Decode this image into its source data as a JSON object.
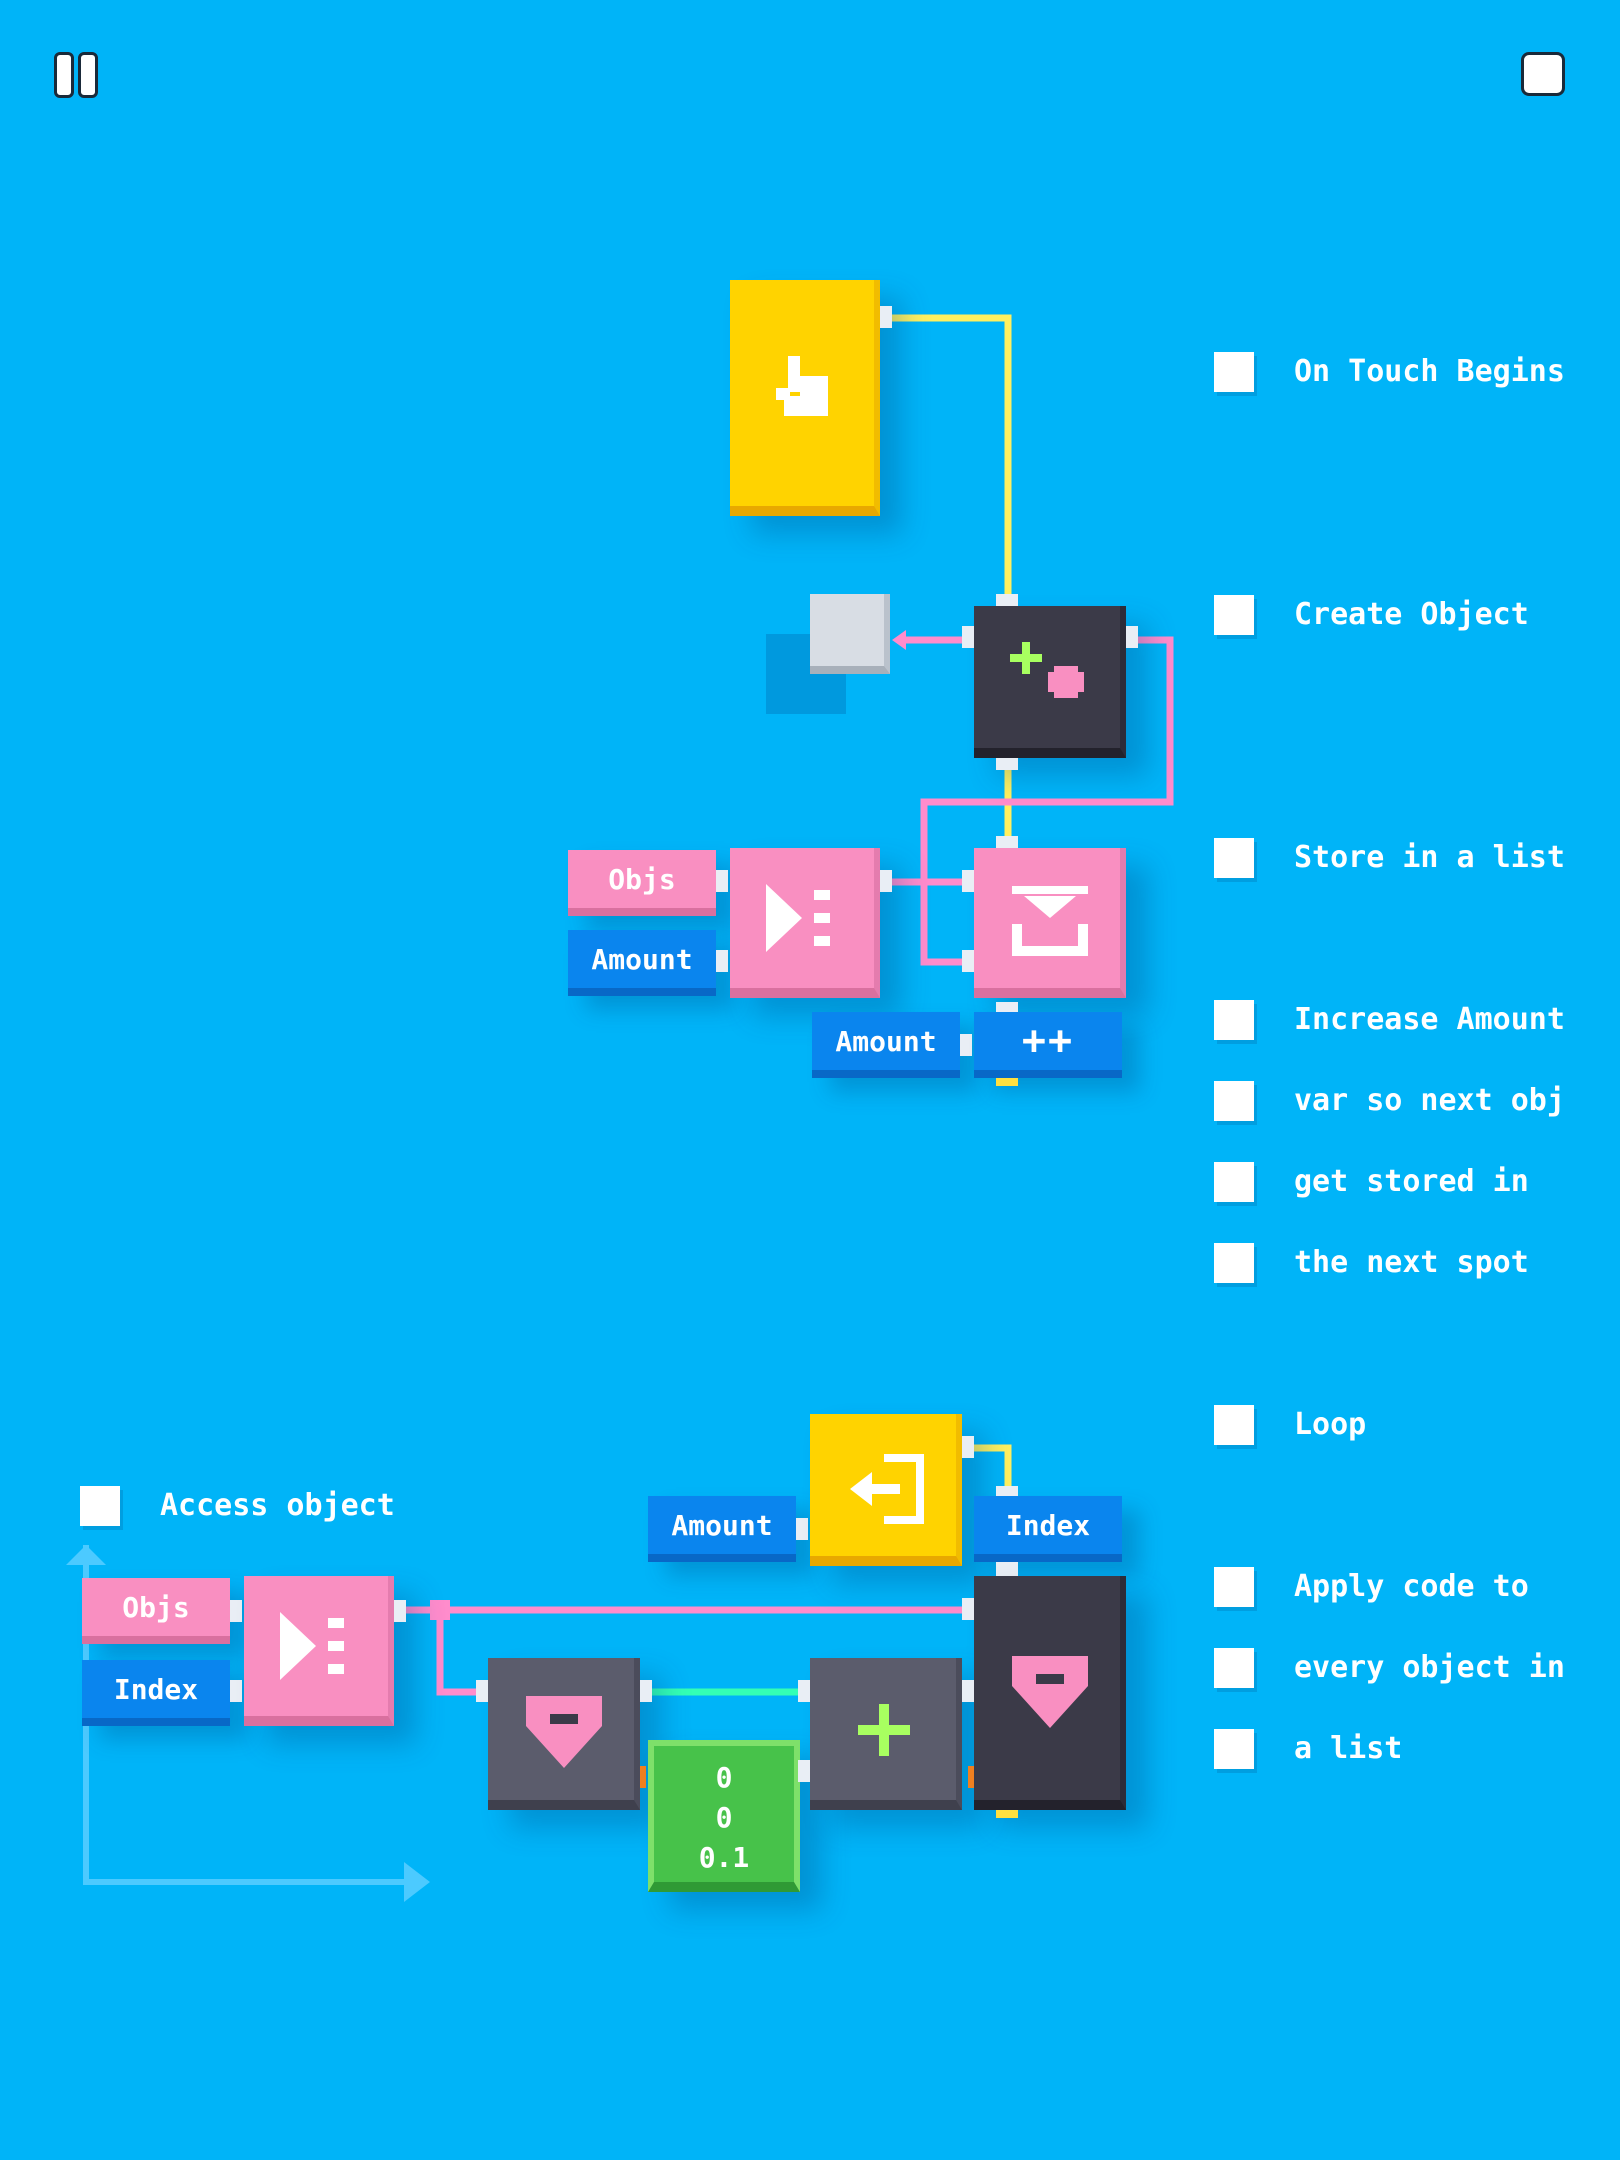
{
  "comments": [
    {
      "text": "On Touch Begins"
    },
    {
      "text": "Create Object"
    },
    {
      "text": "Store in a list"
    },
    {
      "text": "Increase Amount"
    },
    {
      "text": "var so next obj"
    },
    {
      "text": "get stored in"
    },
    {
      "text": "the next spot"
    },
    {
      "text": "Loop"
    },
    {
      "text": "Apply code to"
    },
    {
      "text": "every object in"
    },
    {
      "text": "a list"
    },
    {
      "text": "Access object"
    }
  ],
  "vars": {
    "objs_top": "Objs",
    "amount_top": "Amount",
    "amount_inc": "Amount",
    "increment_op": "++",
    "amount_loop": "Amount",
    "index_loop": "Index",
    "objs_bottom": "Objs",
    "index_bottom": "Index",
    "plus_symbol": "+"
  },
  "vector": {
    "x": "0",
    "y": "0",
    "z": "0.1"
  },
  "colors": {
    "background": "#00b4f8",
    "pink": "#f98fc1",
    "yellow": "#ffd300",
    "dark": "#3b3a48",
    "green": "#47c24a",
    "blue_var": "#0a85ee"
  },
  "icons": {
    "pause": "pause-icon",
    "stop": "stop-icon",
    "touch": "hand-pointer-icon",
    "create": "create-object-icon",
    "object": "cube-icon",
    "list": "list-icon",
    "store": "store-in-list-icon",
    "loop": "loop-icon",
    "get_element": "get-element-icon",
    "position": "position-icon"
  }
}
